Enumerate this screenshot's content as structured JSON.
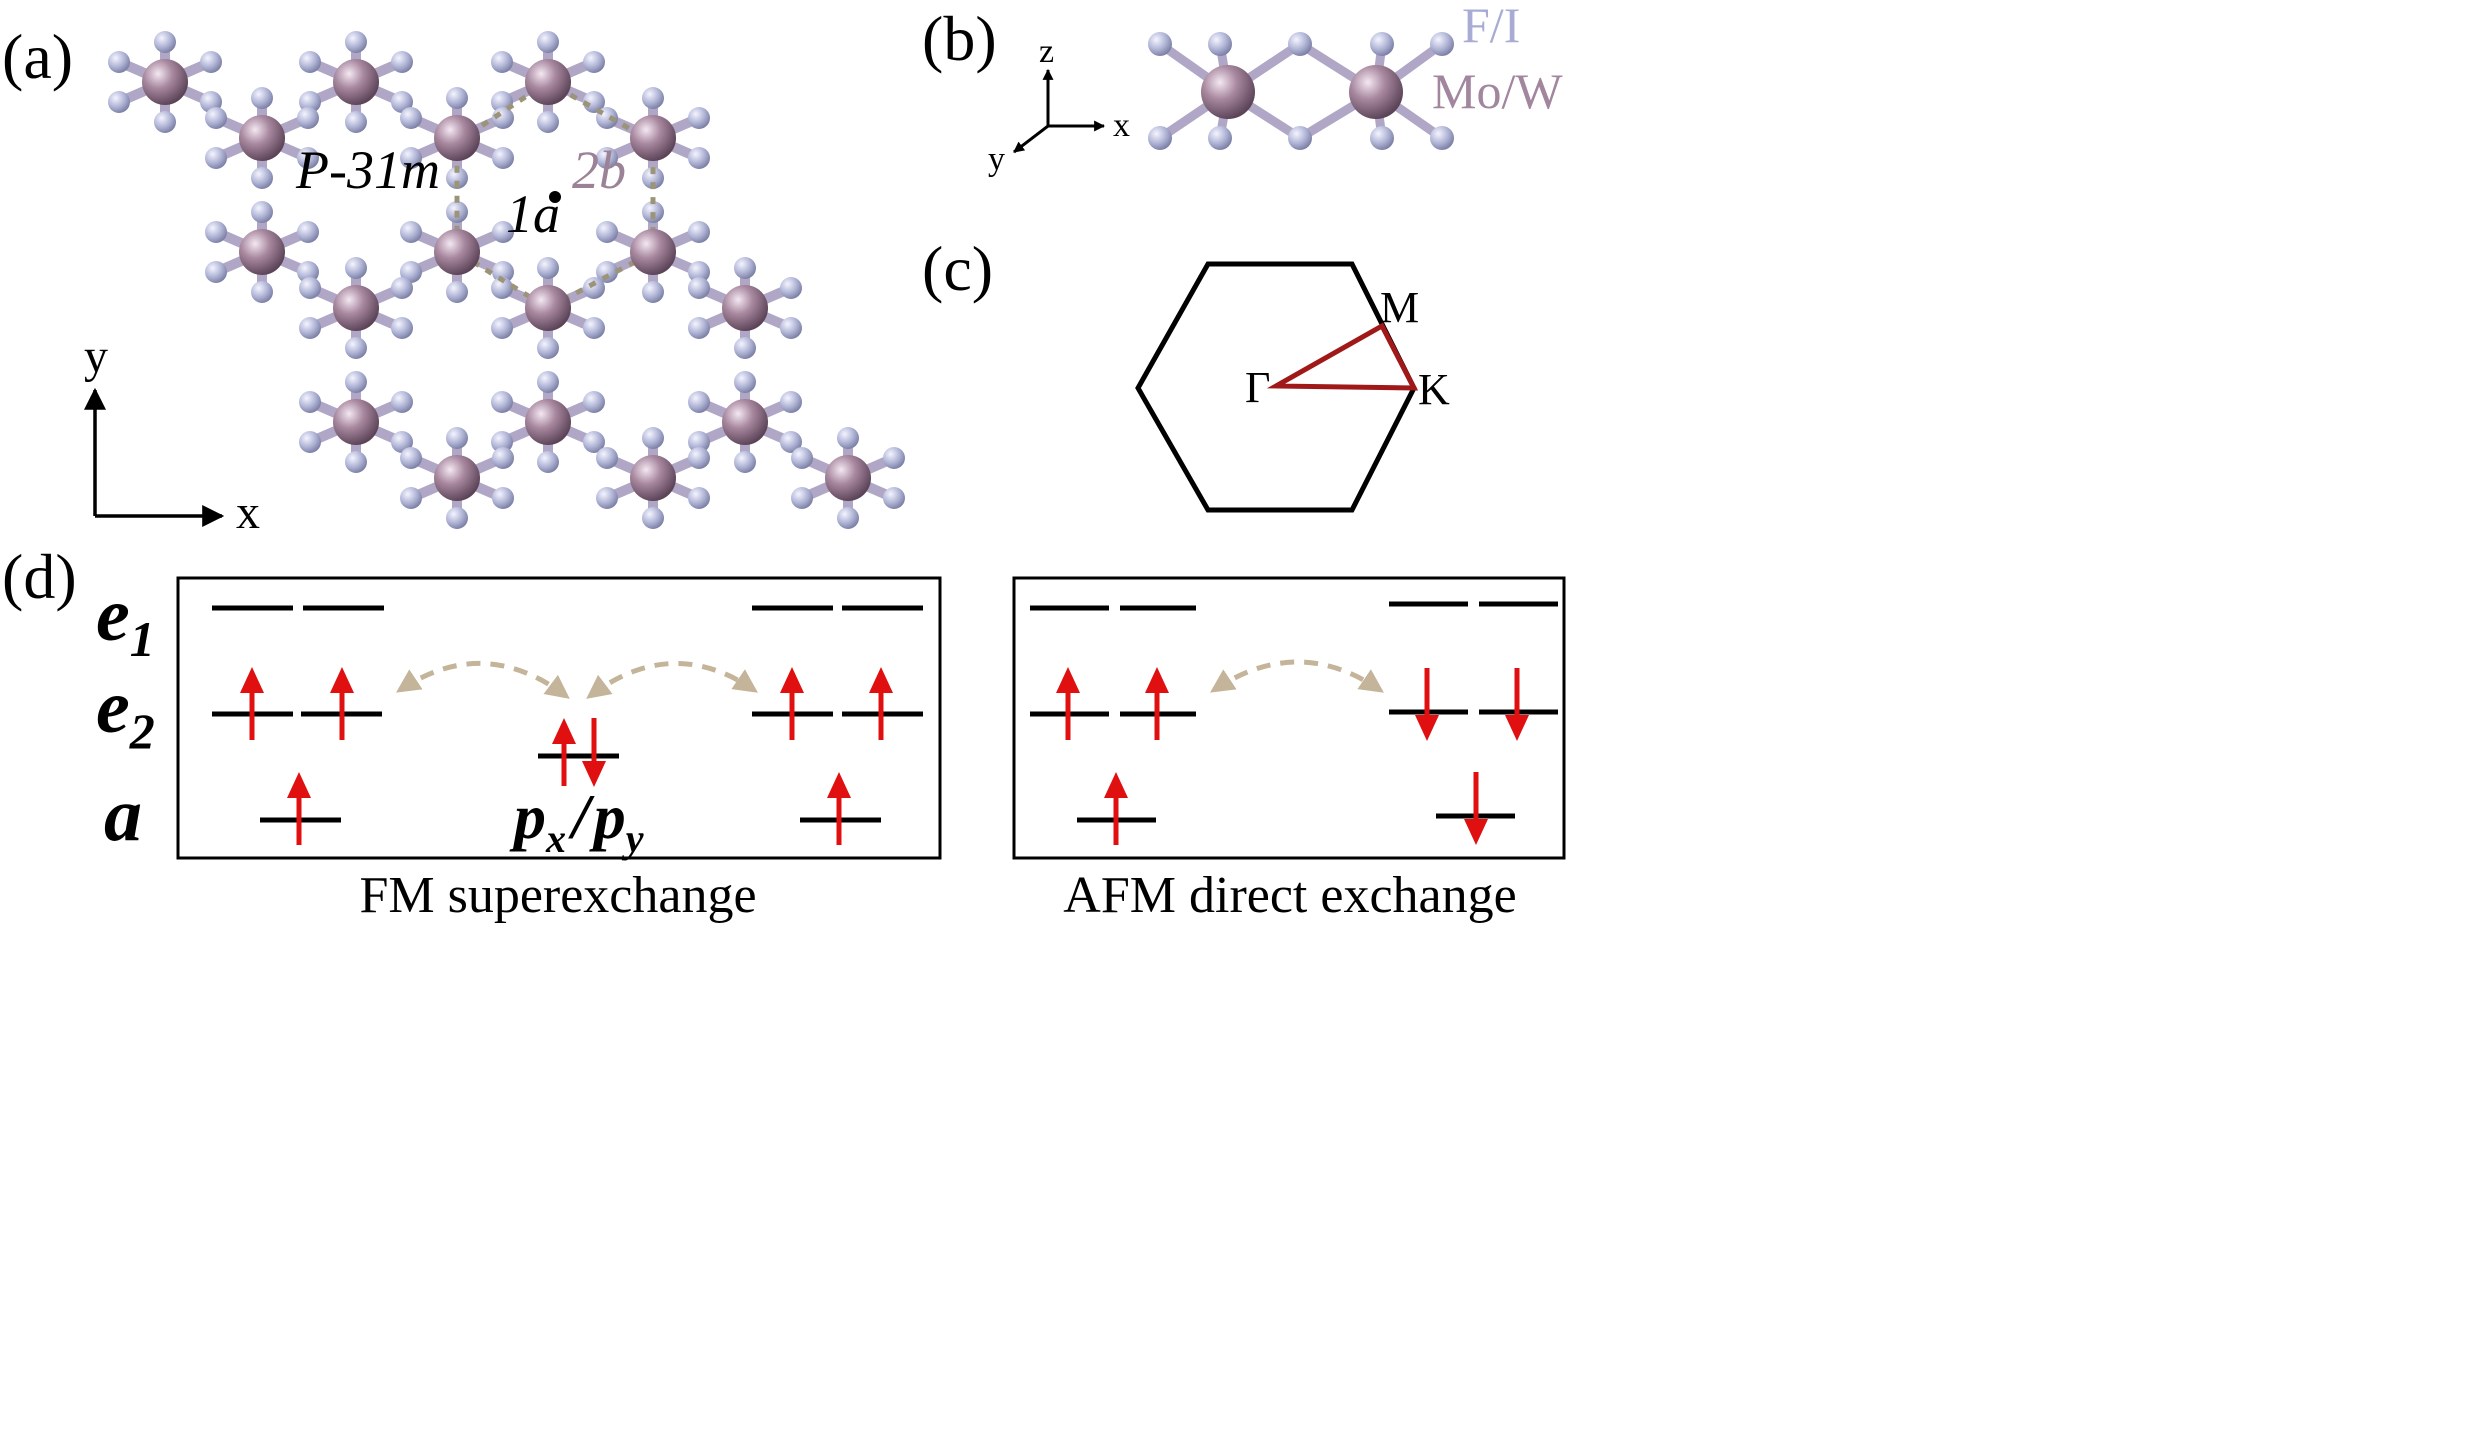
{
  "panels": {
    "a": {
      "label": "(a)",
      "space_group": "P-31m",
      "site_1a": "1a",
      "site_2b": "2b",
      "axis_x": "x",
      "axis_y": "y"
    },
    "b": {
      "label": "(b)",
      "axis_x": "x",
      "axis_y": "y",
      "axis_z": "z",
      "legend_ligand": "F/I",
      "legend_metal": "Mo/W"
    },
    "c": {
      "label": "(c)",
      "point_gamma": "Γ",
      "point_m": "M",
      "point_k": "K"
    },
    "d": {
      "label": "(d)",
      "level_e1": "e",
      "level_e1_sub": "1",
      "level_e2": "e",
      "level_e2_sub": "2",
      "level_a": "a",
      "p_label": "p",
      "p_sub_x": "x",
      "p_slash": "/",
      "p_sub_y": "y",
      "caption_fm": "FM superexchange",
      "caption_afm": "AFM direct exchange"
    }
  },
  "colors": {
    "metal": "#9c7e98",
    "ligand": "#b4b8d8",
    "bond": "#b0a6c6",
    "spin_arrow": "#e01010",
    "path": "#a01818",
    "exchange_curve": "#c4b49a",
    "cell_outline": "#9c9478",
    "site_2b_text": "#9c8296",
    "legend_ligand_text": "#a8acd4",
    "legend_metal_text": "#a2869e"
  }
}
